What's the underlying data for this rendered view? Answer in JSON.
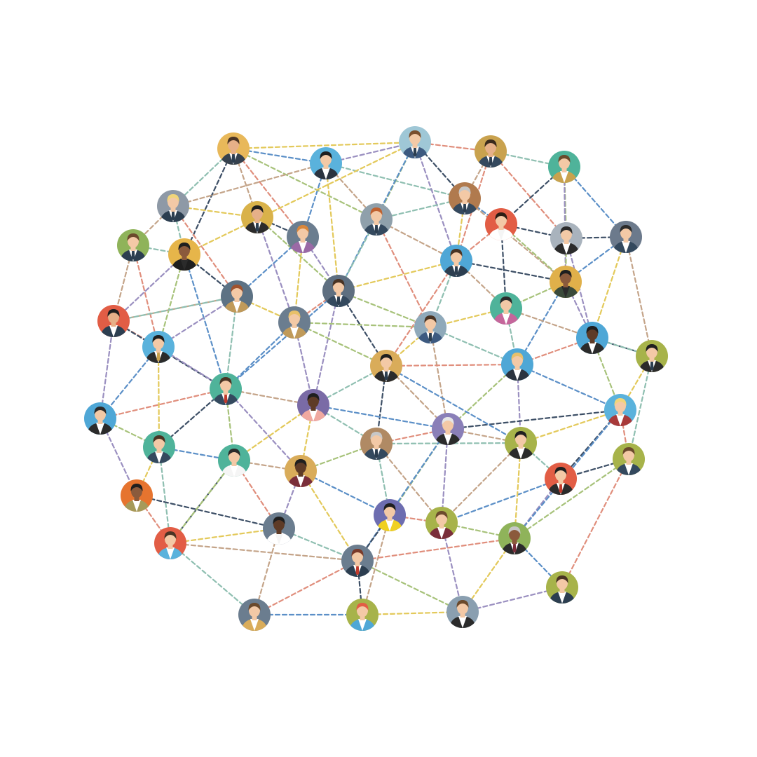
{
  "network": {
    "edge_colors": [
      "#5b8fc7",
      "#e3c95a",
      "#8fbfb1",
      "#c4a489",
      "#e08e7c",
      "#3d4f66",
      "#a7c27a",
      "#9a8fc0"
    ],
    "skin_tones": [
      "#f3c9a6",
      "#e6b088",
      "#c98a5e",
      "#8b5a3c",
      "#5e3b27"
    ],
    "people": [
      {
        "id": "p01",
        "bg": "#e8b85a",
        "hair": "#4a3424",
        "shirt": "#f5f5f5",
        "jacket": "#35414e",
        "skin": 1,
        "tie": "#2c3e50"
      },
      {
        "id": "p02",
        "bg": "#5ab2dc",
        "hair": "#1f1f1f",
        "shirt": "#ffffff",
        "jacket": "#2b3440",
        "skin": 0,
        "tie": null
      },
      {
        "id": "p03",
        "bg": "#9fc7d6",
        "hair": "#7a4f2e",
        "shirt": "#ffffff",
        "jacket": "#3d5a80",
        "skin": 0,
        "tie": "#2c3e50"
      },
      {
        "id": "p04",
        "bg": "#c9a24e",
        "hair": "#3a2a1c",
        "shirt": "#ffffff",
        "jacket": "#34495e",
        "skin": 1,
        "tie": "#2c3e50"
      },
      {
        "id": "p05",
        "bg": "#4fb39a",
        "hair": "#6b4a2c",
        "shirt": "#ffffff",
        "jacket": "#c9a24e",
        "skin": 0,
        "tie": null
      },
      {
        "id": "p06",
        "bg": "#8e99a6",
        "hair": "#f0d57a",
        "shirt": "#ffffff",
        "jacket": "#2c3e50",
        "skin": 0,
        "tie": "#2c3e50"
      },
      {
        "id": "p07",
        "bg": "#d9b24a",
        "hair": "#1f1f1f",
        "shirt": "#ffffff",
        "jacket": "#2b2b2b",
        "skin": 1,
        "tie": "#2c3e50"
      },
      {
        "id": "p08",
        "bg": "#b07a4e",
        "hair": "#c7c7c7",
        "shirt": "#ffffff",
        "jacket": "#34495e",
        "skin": 0,
        "tie": "#2c3e50"
      },
      {
        "id": "p09",
        "bg": "#e25d45",
        "hair": "#2b1d14",
        "shirt": "#f5f5f5",
        "jacket": "#ffffff",
        "skin": 0,
        "tie": null
      },
      {
        "id": "p10",
        "bg": "#6b7d8f",
        "hair": "#d9863a",
        "shirt": "#ffffff",
        "jacket": "#9a6aa6",
        "skin": 0,
        "tie": null
      },
      {
        "id": "p11",
        "bg": "#8fa0ab",
        "hair": "#c0612f",
        "shirt": "#ffffff",
        "jacket": "#34495e",
        "skin": 0,
        "tie": "#2c3e50"
      },
      {
        "id": "p12",
        "bg": "#a9b3bd",
        "hair": "#2b2b2b",
        "shirt": "#ffffff",
        "jacket": "#2b2b2b",
        "skin": 0,
        "tie": null
      },
      {
        "id": "p13",
        "bg": "#6c7a8c",
        "hair": "#2b2b2b",
        "shirt": "#ffffff",
        "jacket": "#34495e",
        "skin": 0,
        "tie": null
      },
      {
        "id": "p14",
        "bg": "#8fb35a",
        "hair": "#6b4a2c",
        "shirt": "#ffffff",
        "jacket": "#2c3e50",
        "skin": 0,
        "tie": "#2c3e50"
      },
      {
        "id": "p15",
        "bg": "#e6b54a",
        "hair": "#1f1f1f",
        "shirt": "#2b2b2b",
        "jacket": "#1f1f1f",
        "skin": 3,
        "tie": null
      },
      {
        "id": "p16",
        "bg": "#4fa7d6",
        "hair": "#4a3424",
        "shirt": "#ffffff",
        "jacket": "#2c3e50",
        "skin": 0,
        "tie": "#2c3e50"
      },
      {
        "id": "p17",
        "bg": "#e0b04a",
        "hair": "#1f1f1f",
        "shirt": "#2b2b2b",
        "jacket": "#3a4a3a",
        "skin": 3,
        "tie": null
      },
      {
        "id": "p18",
        "bg": "#5d7284",
        "hair": "#a0522d",
        "shirt": "#ffffff",
        "jacket": "#c09a5a",
        "skin": 0,
        "tie": null
      },
      {
        "id": "p19",
        "bg": "#5e6f80",
        "hair": "#4a3424",
        "shirt": "#ffffff",
        "jacket": "#34495e",
        "skin": 0,
        "tie": "#2c3e50"
      },
      {
        "id": "p20",
        "bg": "#4fb39a",
        "hair": "#2b2b2b",
        "shirt": "#ffffff",
        "jacket": "#c5669b",
        "skin": 0,
        "tie": null
      },
      {
        "id": "p21",
        "bg": "#e25d45",
        "hair": "#1f1f1f",
        "shirt": "#ffffff",
        "jacket": "#2c3e50",
        "skin": 1,
        "tie": null
      },
      {
        "id": "p22",
        "bg": "#6b7d8f",
        "hair": "#e8c06a",
        "shirt": "#ffffff",
        "jacket": "#c09a5a",
        "skin": 0,
        "tie": null
      },
      {
        "id": "p23",
        "bg": "#8fa9ba",
        "hair": "#4a3424",
        "shirt": "#ffffff",
        "jacket": "#3d5a80",
        "skin": 0,
        "tie": "#2c3e50"
      },
      {
        "id": "p24",
        "bg": "#4fa7d6",
        "hair": "#1f1f1f",
        "shirt": "#ffffff",
        "jacket": "#2b2b2b",
        "skin": 4,
        "tie": null
      },
      {
        "id": "p25",
        "bg": "#5ab2dc",
        "hair": "#1f1f1f",
        "shirt": "#ffffff",
        "jacket": "#2b2b2b",
        "skin": 0,
        "tie": "#c9a24e"
      },
      {
        "id": "p26",
        "bg": "#d9ac5a",
        "hair": "#1f1f1f",
        "shirt": "#ffffff",
        "jacket": "#2b2b2b",
        "skin": 0,
        "tie": "#2c3e50"
      },
      {
        "id": "p27",
        "bg": "#4fa7d6",
        "hair": "#e8c06a",
        "shirt": "#ffffff",
        "jacket": "#2b3440",
        "skin": 0,
        "tie": null
      },
      {
        "id": "p28",
        "bg": "#a7b34a",
        "hair": "#1f1f1f",
        "shirt": "#ffffff",
        "jacket": "#2b2b2b",
        "skin": 0,
        "tie": "#2c3e50"
      },
      {
        "id": "p29",
        "bg": "#4fb39a",
        "hair": "#4a3424",
        "shirt": "#ffffff",
        "jacket": "#34495e",
        "skin": 0,
        "tie": "#c0392b"
      },
      {
        "id": "p30",
        "bg": "#7a6ba6",
        "hair": "#1f1f1f",
        "shirt": "#ffffff",
        "jacket": "#f0a9a0",
        "skin": 4,
        "tie": null
      },
      {
        "id": "p31",
        "bg": "#8a7fb8",
        "hair": "#e6e6e6",
        "shirt": "#ffffff",
        "jacket": "#2b2b2b",
        "skin": 0,
        "tie": null
      },
      {
        "id": "p32",
        "bg": "#a7b34a",
        "hair": "#1f1f1f",
        "shirt": "#ffffff",
        "jacket": "#2b2b2b",
        "skin": 0,
        "tie": null
      },
      {
        "id": "p33",
        "bg": "#5ab2dc",
        "hair": "#f0d57a",
        "shirt": "#ffffff",
        "jacket": "#a83a3a",
        "skin": 0,
        "tie": null
      },
      {
        "id": "p34",
        "bg": "#4fa7d6",
        "hair": "#2b2b2b",
        "shirt": "#ffffff",
        "jacket": "#2b2b2b",
        "skin": 0,
        "tie": null
      },
      {
        "id": "p35",
        "bg": "#4fb39a",
        "hair": "#4a3424",
        "shirt": "#ffffff",
        "jacket": "#34495e",
        "skin": 0,
        "tie": null
      },
      {
        "id": "p36",
        "bg": "#4fb39a",
        "hair": "#2b2b2b",
        "shirt": "#ffffff",
        "jacket": "#f5f5f5",
        "skin": 0,
        "tie": null
      },
      {
        "id": "p37",
        "bg": "#d9ac5a",
        "hair": "#1f1f1f",
        "shirt": "#ffffff",
        "jacket": "#7a2e3a",
        "skin": 4,
        "tie": null
      },
      {
        "id": "p38",
        "bg": "#b08a64",
        "hair": "#c7c7c7",
        "shirt": "#ffffff",
        "jacket": "#34495e",
        "skin": 0,
        "tie": "#2c3e50"
      },
      {
        "id": "p39",
        "bg": "#e6742f",
        "hair": "#1f1f1f",
        "shirt": "#ffffff",
        "jacket": "#a69a5a",
        "skin": 3,
        "tie": null
      },
      {
        "id": "p40",
        "bg": "#a7b34a",
        "hair": "#6b4a2c",
        "shirt": "#ffffff",
        "jacket": "#34495e",
        "skin": 0,
        "tie": null
      },
      {
        "id": "p41",
        "bg": "#e25d45",
        "hair": "#1f1f1f",
        "shirt": "#ffffff",
        "jacket": "#2b2b2b",
        "skin": 0,
        "tie": "#c0392b"
      },
      {
        "id": "p42",
        "bg": "#6b7d8f",
        "hair": "#1f1f1f",
        "shirt": "#f5f5f5",
        "jacket": "#ffffff",
        "skin": 4,
        "tie": null
      },
      {
        "id": "p43",
        "bg": "#6d6db0",
        "hair": "#1f1f1f",
        "shirt": "#ffffff",
        "jacket": "#f0d020",
        "skin": 0,
        "tie": null
      },
      {
        "id": "p44",
        "bg": "#a7b34a",
        "hair": "#6b4a2c",
        "shirt": "#ffffff",
        "jacket": "#7a2e3a",
        "skin": 0,
        "tie": null
      },
      {
        "id": "p45",
        "bg": "#8fb35a",
        "hair": "#c7c7c7",
        "shirt": "#ffffff",
        "jacket": "#2b2b2b",
        "skin": 3,
        "tie": "#7a2e3a"
      },
      {
        "id": "p46",
        "bg": "#e25d45",
        "hair": "#4a3424",
        "shirt": "#ffffff",
        "jacket": "#5ab2dc",
        "skin": 0,
        "tie": null
      },
      {
        "id": "p47",
        "bg": "#6b7d8f",
        "hair": "#7a3a2a",
        "shirt": "#ffffff",
        "jacket": "#2c3e50",
        "skin": 0,
        "tie": "#c0392b"
      },
      {
        "id": "p48",
        "bg": "#a7b34a",
        "hair": "#4a3424",
        "shirt": "#ffffff",
        "jacket": "#2c3e50",
        "skin": 0,
        "tie": null
      },
      {
        "id": "p49",
        "bg": "#6b7d8f",
        "hair": "#6b4a2c",
        "shirt": "#ffffff",
        "jacket": "#d9ac5a",
        "skin": 0,
        "tie": null
      },
      {
        "id": "p50",
        "bg": "#a7b34a",
        "hair": "#e25d45",
        "shirt": "#ffffff",
        "jacket": "#4fa7d6",
        "skin": 0,
        "tie": null
      },
      {
        "id": "p51",
        "bg": "#8a9fb0",
        "hair": "#6b4a2c",
        "shirt": "#ffffff",
        "jacket": "#2b2b2b",
        "skin": 0,
        "tie": null
      },
      {
        "id": "p52",
        "bg": "#e0b04a",
        "hair": "#4a3424",
        "shirt": "#ffffff",
        "jacket": "#2c3e50",
        "skin": 0,
        "tie": null
      },
      {
        "id": "p53",
        "bg": "#8fb35a",
        "hair": "#4a3424",
        "shirt": "#ffffff",
        "jacket": "#2c3e50",
        "skin": 0,
        "tie": null
      },
      {
        "id": "p54",
        "bg": "#5ab2dc",
        "hair": "#1f1f1f",
        "shirt": "#ffffff",
        "jacket": "#2b2b2b",
        "skin": 0,
        "tie": null
      },
      {
        "id": "p55",
        "bg": "#8fb35a",
        "hair": "#1f1f1f",
        "shirt": "#ffffff",
        "jacket": "#2b2b2b",
        "skin": 0,
        "tie": null
      },
      {
        "id": "p56",
        "bg": "#4fb39a",
        "hair": "#4a3424",
        "shirt": "#ffffff",
        "jacket": "#2c3e50",
        "skin": 0,
        "tie": null
      },
      {
        "id": "p57",
        "bg": "#6b7d8f",
        "hair": "#2b2b2b",
        "shirt": "#ffffff",
        "jacket": "#2c3e50",
        "skin": 0,
        "tie": null
      }
    ]
  }
}
